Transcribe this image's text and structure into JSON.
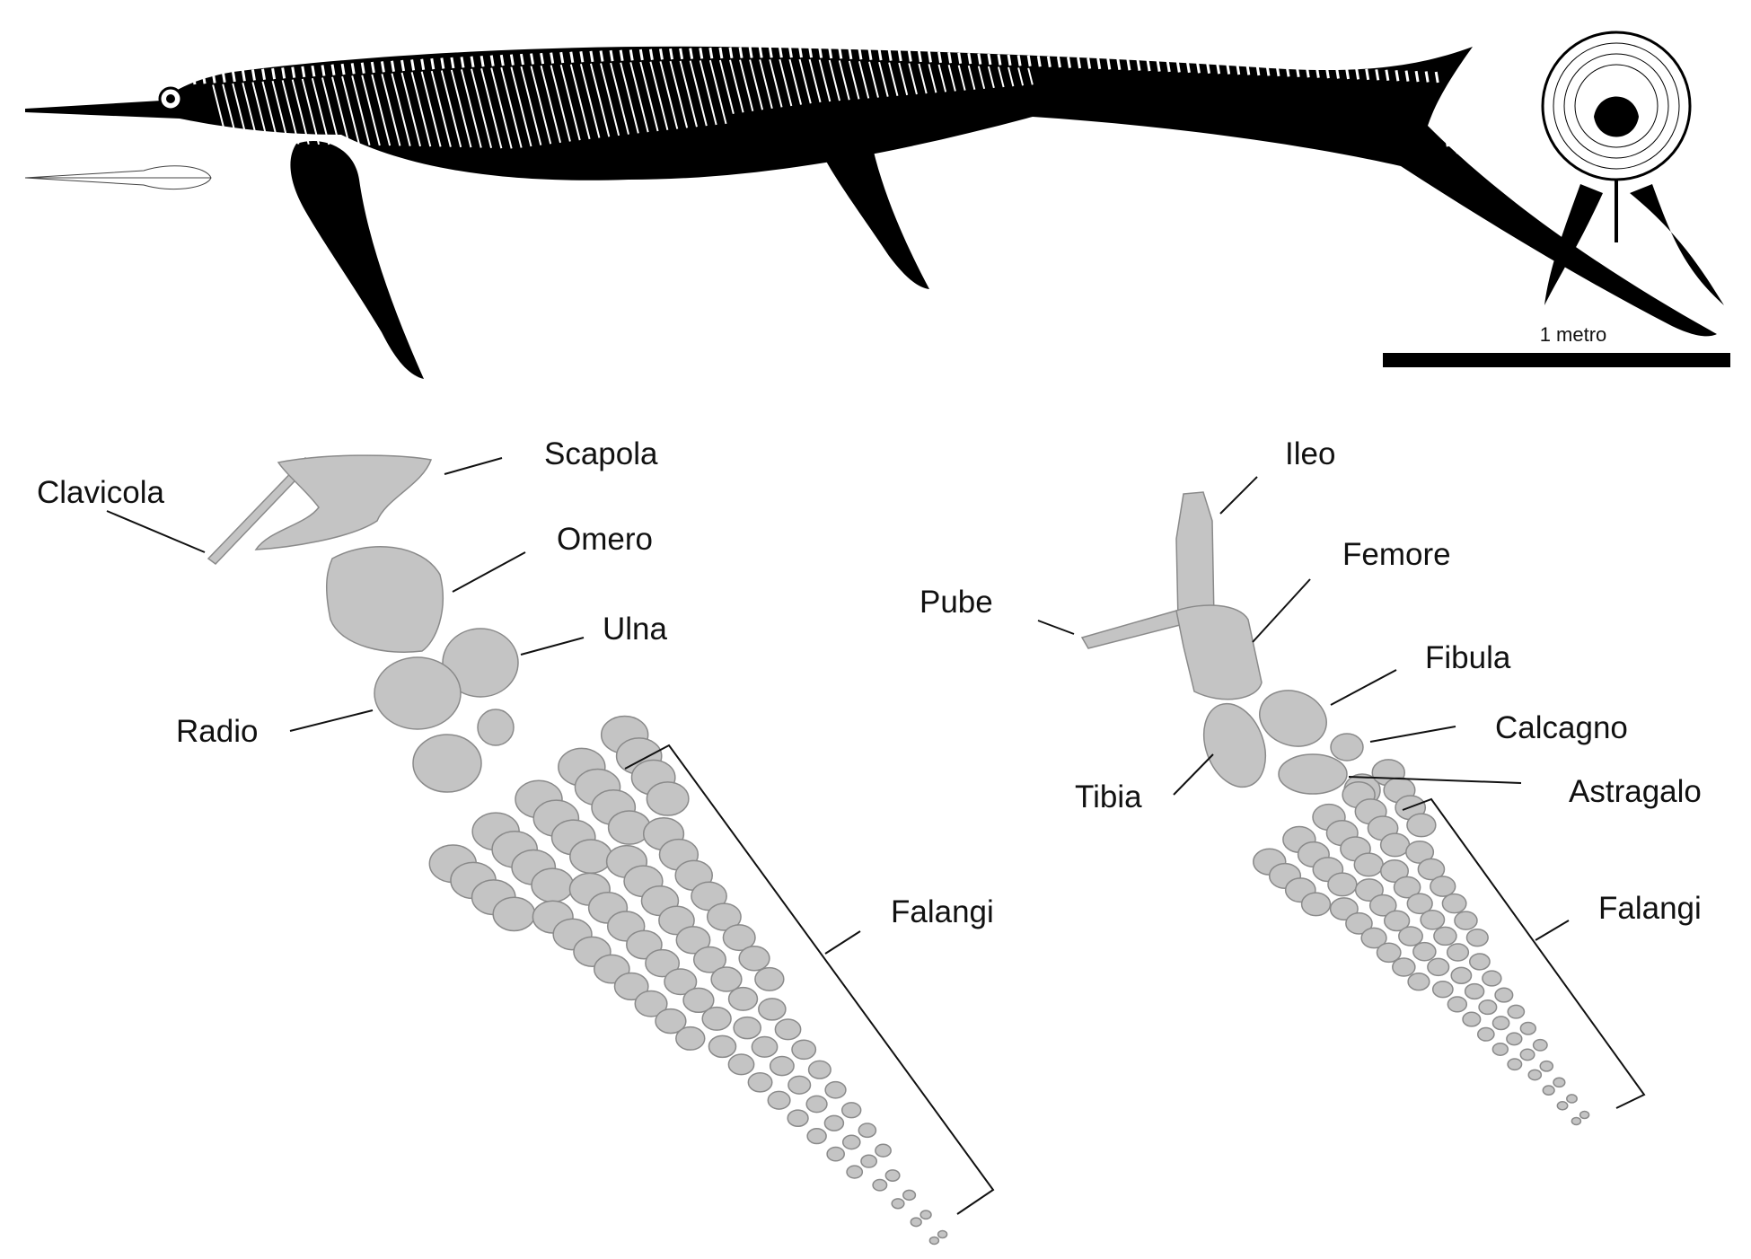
{
  "scale_bar": {
    "label": "1 metro"
  },
  "forelimb_labels": {
    "scapula": "Scapola",
    "clavicle": "Clavicola",
    "humerus": "Omero",
    "ulna": "Ulna",
    "radius": "Radio",
    "phalanges": "Falangi"
  },
  "hindlimb_labels": {
    "ilium": "Ileo",
    "femur": "Femore",
    "pubis": "Pube",
    "fibula": "Fibula",
    "calcaneum": "Calcagno",
    "tibia": "Tibia",
    "astragalus": "Astragalo",
    "phalanges": "Falangi"
  },
  "colors": {
    "silhouette": "#000000",
    "bone": "#c4c4c4",
    "line": "#111111"
  }
}
